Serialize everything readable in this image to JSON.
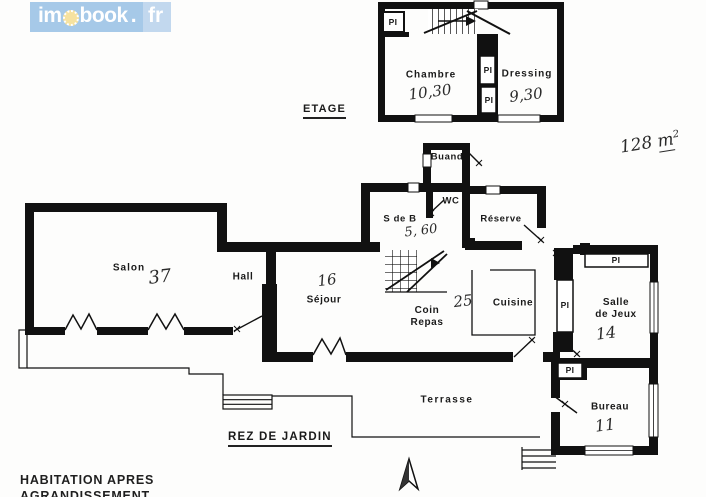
{
  "logo": {
    "part1": "im",
    "part2": "book",
    "dot": ".",
    "tld": "fr"
  },
  "floor_labels": {
    "upper": "ETAGE",
    "ground": "REZ DE JARDIN"
  },
  "total_area": {
    "num": "128",
    "unit": "m",
    "sup": "2"
  },
  "closet_label": "PI",
  "upper_floor": {
    "chambre": {
      "name": "Chambre",
      "area": "10,30"
    },
    "dressing": {
      "name": "Dressing",
      "area": "9,30"
    }
  },
  "ground_floor": {
    "salon": {
      "name": "Salon",
      "area": "37"
    },
    "hall": {
      "name": "Hall"
    },
    "sejour": {
      "name": "Séjour",
      "area": "16"
    },
    "coin_repas": {
      "name_line1": "Coin",
      "name_line2": "Repas",
      "area": "25"
    },
    "cuisine": {
      "name": "Cuisine"
    },
    "s_de_b": {
      "name": "S de B",
      "area": "5, 60"
    },
    "wc": {
      "name": "WC"
    },
    "buanderie": {
      "name": "Buand"
    },
    "reserve": {
      "name": "Réserve"
    },
    "salle_de_jeux": {
      "name_line1": "Salle",
      "name_line2": "de Jeux",
      "area": "14"
    },
    "bureau": {
      "name": "Bureau",
      "area": "11"
    },
    "terrasse": {
      "name": "Terrasse"
    }
  },
  "caption": {
    "line1": "HABITATION APRES",
    "line2": "AGRANDISSEMENT"
  },
  "colors": {
    "logo_bg": "#a6c9e8",
    "logo_tld_bg": "#c2d8ee",
    "logo_text": "#ffffff",
    "sun": "#f6e2a0",
    "wall": "#111111",
    "ink": "#1a1a1a"
  }
}
